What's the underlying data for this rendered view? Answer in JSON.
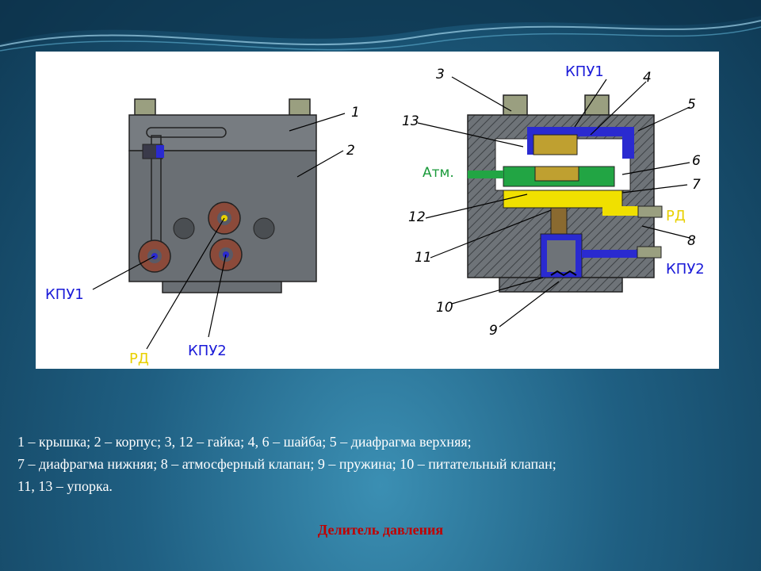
{
  "diagram": {
    "left_view": {
      "callouts": [
        "1",
        "2"
      ],
      "port_labels": {
        "kpu1": "КПУ1",
        "rd": "РД",
        "kpu2": "КПУ2"
      }
    },
    "section_view": {
      "callouts": [
        "3",
        "4",
        "5",
        "6",
        "7",
        "8",
        "9",
        "10",
        "11",
        "12",
        "13"
      ],
      "port_labels": {
        "kpu1": "КПУ1",
        "atm": "Атм.",
        "rd": "РД",
        "kpu2": "КПУ2"
      }
    },
    "colors": {
      "body": "#6e7378",
      "cover": "#7a7f84",
      "channel_blue": "#2a2ad0",
      "channel_green": "#22a544",
      "channel_yellow": "#f0e000",
      "nut": "#bfa030",
      "label_blue": "#1a1ad8",
      "label_green": "#1a9a3a",
      "label_yellow": "#e8d000",
      "title_red": "#c00000"
    }
  },
  "legend_lines": [
    "1 – крышка; 2 – корпус; 3, 12 – гайка; 4, 6 – шайба; 5 – диафрагма верхняя;",
    "7 – диафрагма нижняя; 8 – атмосферный клапан; 9 – пружина; 10 – питательный клапан;",
    "11, 13 – упорка."
  ],
  "title": "Делитель давления"
}
